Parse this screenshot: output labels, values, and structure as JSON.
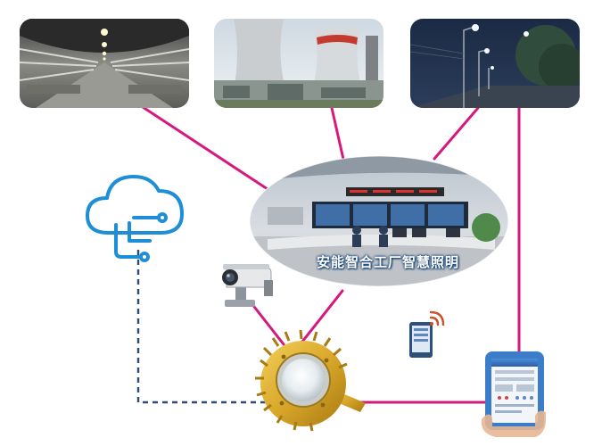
{
  "center": {
    "label": "安能智合工厂智慧照明"
  },
  "images": [
    {
      "name": "tunnel-photo",
      "kind": "tunnel"
    },
    {
      "name": "power-plant-photo",
      "kind": "cooling-towers"
    },
    {
      "name": "street-lights-photo",
      "kind": "street-lights"
    },
    {
      "name": "control-room-photo",
      "kind": "control-room"
    }
  ],
  "icons": [
    "cloud-icon",
    "security-camera-icon",
    "tablet-wireless-icon",
    "smartphone-app-icon",
    "explosion-proof-lamp-icon"
  ],
  "colors": {
    "connector": "#d6197c",
    "dashed_connector": "#2f4a7a",
    "cloud": "#1e8fd6"
  }
}
